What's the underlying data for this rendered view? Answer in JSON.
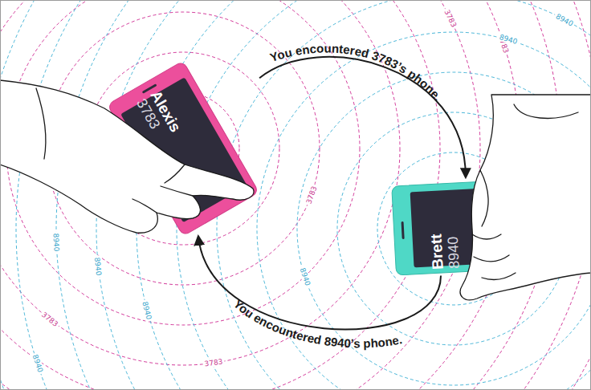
{
  "diagram": {
    "nodes": [
      {
        "text": [
          "Alexis",
          "3783"
        ]
      },
      {
        "text": [
          "Brett",
          "8940"
        ]
      }
    ],
    "edges": [
      {
        "from": 0,
        "to": 1,
        "arrow": "to",
        "label": "You encountered 3783’s phone."
      },
      {
        "from": 1,
        "to": 0,
        "arrow": "to",
        "label": "You encountered 8940’s phone."
      }
    ],
    "labels": [
      "3783",
      "3783",
      "3783",
      "3783",
      "3783",
      "8940",
      "8940",
      "8940",
      "8940",
      "8940",
      "8940",
      "8940"
    ]
  }
}
